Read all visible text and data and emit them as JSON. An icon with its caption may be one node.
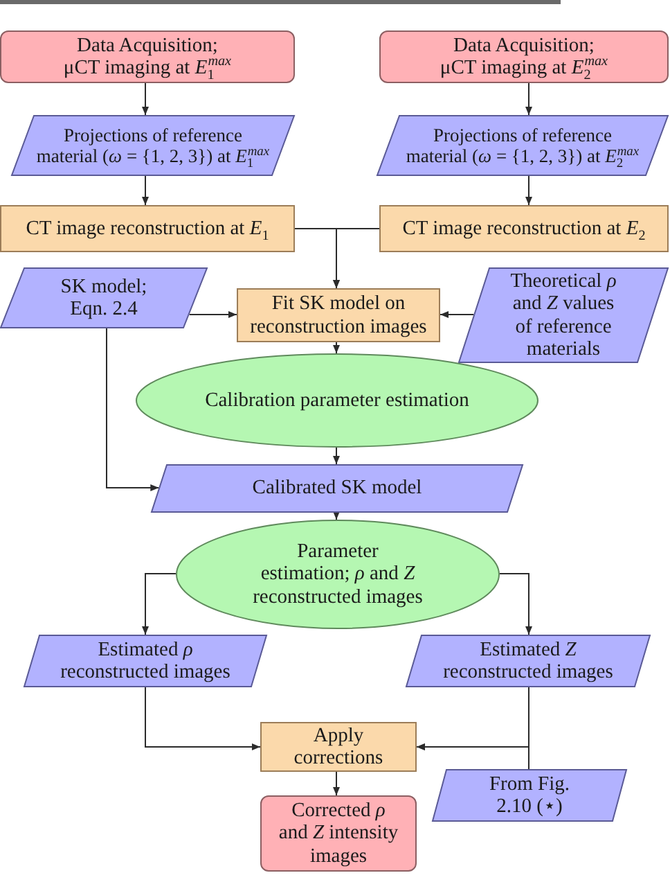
{
  "diagram": {
    "nodes": [
      {
        "text": [
          "Data Acquisition; μCT imaging at *E*$_{1}$$^{max}$"
        ]
      },
      {
        "text": [
          "Data Acquisition; μCT imaging at *E*$_{2}$$^{max}$"
        ]
      },
      {
        "text": [
          "Projections of reference material (*ω* = {1, 2, 3}) at *E*$_{1}$$^{max}$"
        ]
      },
      {
        "text": [
          "Projections of reference material (*ω* = {1, 2, 3}) at *E*$_{2}$$^{max}$"
        ]
      },
      {
        "text": [
          "CT image reconstruction at *E*$_{1}$"
        ]
      },
      {
        "text": [
          "CT image reconstruction at *E*$_{2}$"
        ]
      },
      {
        "text": [
          "SK model; Eqn. 2.4"
        ]
      },
      {
        "text": [
          "Fit SK model on reconstruction images"
        ]
      },
      {
        "text": [
          "Theoretical *ρ* and *Z* values of reference materials"
        ]
      },
      {
        "text": [
          "Calibration parameter estimation"
        ]
      },
      {
        "text": [
          "Calibrated SK model"
        ]
      },
      {
        "text": [
          "Parameter estimation; *ρ* and *Z* reconstructed images"
        ]
      },
      {
        "text": [
          "Estimated *ρ* reconstructed images"
        ]
      },
      {
        "text": [
          "Estimated *Z* reconstructed images"
        ]
      },
      {
        "text": [
          "Apply corrections"
        ]
      },
      {
        "text": [
          "Corrected *ρ* and *Z* intensity images"
        ]
      },
      {
        "text": [
          "From Fig. 2.10 (⋆)"
        ]
      }
    ],
    "edges": [
      {
        "from": 0,
        "to": 2,
        "arrow": "to"
      },
      {
        "from": 1,
        "to": 3,
        "arrow": "to"
      },
      {
        "from": 2,
        "to": 4,
        "arrow": "to"
      },
      {
        "from": 3,
        "to": 5,
        "arrow": "to"
      },
      {
        "from": 4,
        "to": 7,
        "arrow": "to"
      },
      {
        "from": 5,
        "to": 7,
        "arrow": "to"
      },
      {
        "from": 6,
        "to": 7,
        "arrow": "to"
      },
      {
        "from": 8,
        "to": 7,
        "arrow": "to"
      },
      {
        "from": 7,
        "to": 9,
        "arrow": "to"
      },
      {
        "from": 6,
        "to": 10,
        "arrow": "to"
      },
      {
        "from": 9,
        "to": 10,
        "arrow": "to"
      },
      {
        "from": 10,
        "to": 11,
        "arrow": "to"
      },
      {
        "from": 11,
        "to": 12,
        "arrow": "to"
      },
      {
        "from": 11,
        "to": 13,
        "arrow": "to"
      },
      {
        "from": 12,
        "to": 14,
        "arrow": "to"
      },
      {
        "from": 13,
        "to": 14,
        "arrow": "to"
      },
      {
        "from": 16,
        "to": 14,
        "arrow": "to"
      },
      {
        "from": 14,
        "to": 15,
        "arrow": "to"
      }
    ]
  }
}
